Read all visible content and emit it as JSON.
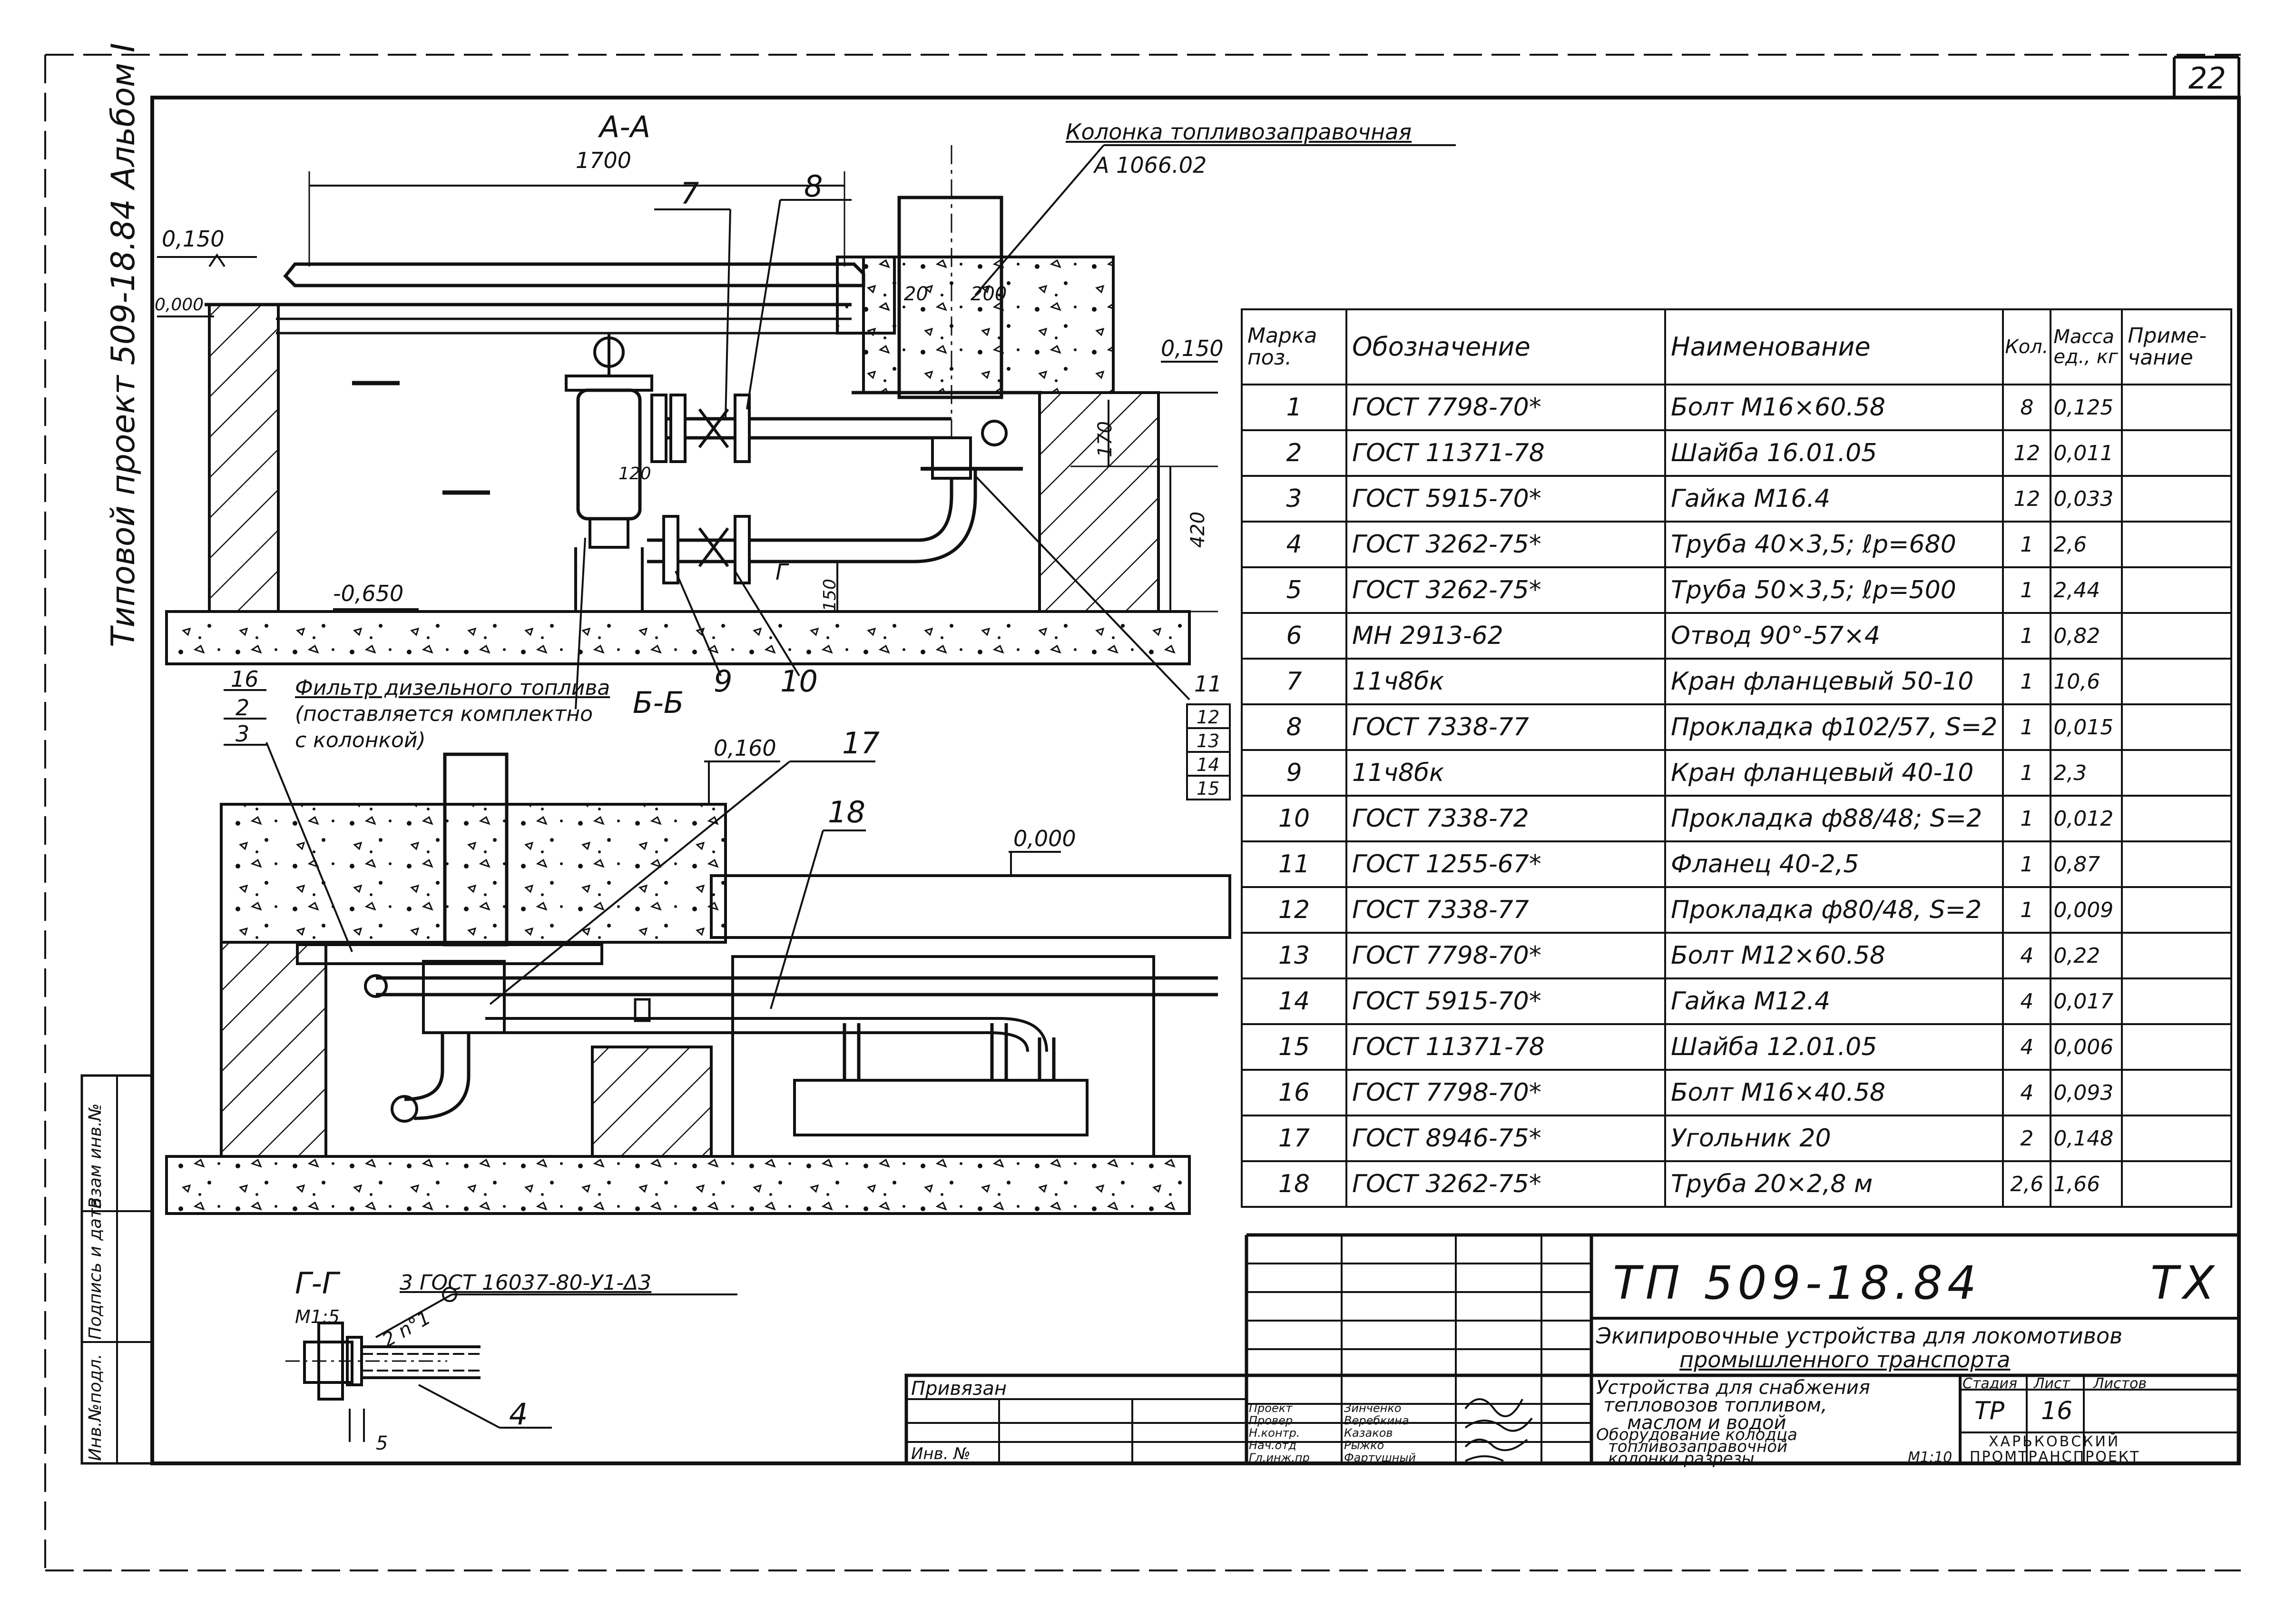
{
  "sheet": {
    "page_number": "22",
    "side_label": "Типовой проект 509-18.84 Альбом I",
    "side_stamp_labels": [
      "Инв.№подл.",
      "Подпись и дата",
      "Взам инв.№"
    ]
  },
  "section_aa": {
    "title": "А-А",
    "dim_1700": "1700",
    "column_label": "Колонка топливозаправочная",
    "column_code": "А 1066.02",
    "level_0150_left": "0,150",
    "level_0000": "0,000",
    "level_0150_right": "0,150",
    "level_0650": "-0,650",
    "dim_20": "20",
    "dim_200": "200",
    "dim_120": "120",
    "dim_170": "170",
    "dim_420": "420",
    "dim_150": "150",
    "mark_g": "Г",
    "callouts": [
      "7",
      "8",
      "9",
      "10",
      "11",
      "12",
      "13",
      "14",
      "15"
    ]
  },
  "section_bb": {
    "title": "Б-Б",
    "filter_label_1": "Фильтр дизельного топлива",
    "filter_label_2": "(поставляется комплектно",
    "filter_label_3": "с колонкой)",
    "level_0160": "0,160",
    "level_0000": "0,000",
    "callouts": [
      "16",
      "2",
      "3",
      "17",
      "18"
    ]
  },
  "section_gg": {
    "title": "Г-Г",
    "scale": "М1:5",
    "weld_note": "2 n°1",
    "gost": "3 ГОСТ 16037-80-У1-Δ3",
    "dim_5": "5",
    "callout_4": "4"
  },
  "spec_table": {
    "headers": {
      "mark": "Марка поз.",
      "designation": "Обозначение",
      "name": "Наименование",
      "qty": "Кол.",
      "mass": "Масса ед., кг",
      "note": "Приме- чание"
    },
    "rows": [
      {
        "pos": "1",
        "designation": "ГОСТ 7798-70*",
        "name": "Болт М16×60.58",
        "qty": "8",
        "mass": "0,125",
        "note": ""
      },
      {
        "pos": "2",
        "designation": "ГОСТ 11371-78",
        "name": "Шайба 16.01.05",
        "qty": "12",
        "mass": "0,011",
        "note": ""
      },
      {
        "pos": "3",
        "designation": "ГОСТ 5915-70*",
        "name": "Гайка М16.4",
        "qty": "12",
        "mass": "0,033",
        "note": ""
      },
      {
        "pos": "4",
        "designation": "ГОСТ 3262-75*",
        "name": "Труба 40×3,5; ℓр=680",
        "qty": "1",
        "mass": "2,6",
        "note": ""
      },
      {
        "pos": "5",
        "designation": "ГОСТ 3262-75*",
        "name": "Труба 50×3,5; ℓр=500",
        "qty": "1",
        "mass": "2,44",
        "note": ""
      },
      {
        "pos": "6",
        "designation": "МН 2913-62",
        "name": "Отвод 90°-57×4",
        "qty": "1",
        "mass": "0,82",
        "note": ""
      },
      {
        "pos": "7",
        "designation": "11ч8бк",
        "name": "Кран фланцевый 50-10",
        "qty": "1",
        "mass": "10,6",
        "note": ""
      },
      {
        "pos": "8",
        "designation": "ГОСТ 7338-77",
        "name": "Прокладка ф102/57, S=2",
        "qty": "1",
        "mass": "0,015",
        "note": ""
      },
      {
        "pos": "9",
        "designation": "11ч8бк",
        "name": "Кран фланцевый 40-10",
        "qty": "1",
        "mass": "2,3",
        "note": ""
      },
      {
        "pos": "10",
        "designation": "ГОСТ 7338-72",
        "name": "Прокладка ф88/48; S=2",
        "qty": "1",
        "mass": "0,012",
        "note": ""
      },
      {
        "pos": "11",
        "designation": "ГОСТ 1255-67*",
        "name": "Фланец 40-2,5",
        "qty": "1",
        "mass": "0,87",
        "note": ""
      },
      {
        "pos": "12",
        "designation": "ГОСТ 7338-77",
        "name": "Прокладка ф80/48, S=2",
        "qty": "1",
        "mass": "0,009",
        "note": ""
      },
      {
        "pos": "13",
        "designation": "ГОСТ 7798-70*",
        "name": "Болт М12×60.58",
        "qty": "4",
        "mass": "0,22",
        "note": ""
      },
      {
        "pos": "14",
        "designation": "ГОСТ 5915-70*",
        "name": "Гайка М12.4",
        "qty": "4",
        "mass": "0,017",
        "note": ""
      },
      {
        "pos": "15",
        "designation": "ГОСТ 11371-78",
        "name": "Шайба 12.01.05",
        "qty": "4",
        "mass": "0,006",
        "note": ""
      },
      {
        "pos": "16",
        "designation": "ГОСТ 7798-70*",
        "name": "Болт М16×40.58",
        "qty": "4",
        "mass": "0,093",
        "note": ""
      },
      {
        "pos": "17",
        "designation": "ГОСТ 8946-75*",
        "name": "Угольник 20",
        "qty": "2",
        "mass": "0,148",
        "note": ""
      },
      {
        "pos": "18",
        "designation": "ГОСТ 3262-75*",
        "name": "Труба 20×2,8     м",
        "qty": "2,6",
        "mass": "1,66",
        "note": ""
      }
    ]
  },
  "title_block": {
    "doc_code": "ТП   509-18.84",
    "doc_type": "ТХ",
    "project_line_1": "Экипировочные устройства для локомотивов",
    "project_line_2": "промышленного транспорта",
    "part_line_1": "Устройства для снабжения",
    "part_line_2": "тепловозов топливом,",
    "part_line_3": "маслом и водой",
    "sheet_line_1": "Оборудование колодца",
    "sheet_line_2": "топливозаправочной",
    "sheet_line_3": "колонки разрезы",
    "sheet_scale": "М1:10",
    "stage_label": "Стадия",
    "sheet_label": "Лист",
    "sheets_label": "Листов",
    "stage": "ТР",
    "sheet_no": "16",
    "org_line_1": "ХАРЬКОВСКИЙ",
    "org_line_2": "ПРОМТРАНСПРОЕКТ",
    "privyazan": "Привязан",
    "inv_no": "Инв. №",
    "roles": [
      {
        "role": "Проект",
        "name": "Зинченко"
      },
      {
        "role": "Провер",
        "name": "Веребкина"
      },
      {
        "role": "Н.контр.",
        "name": "Казаков"
      },
      {
        "role": "Нач.отд",
        "name": "Рыжко"
      },
      {
        "role": "Гл.инж.пр",
        "name": "Фартушный"
      }
    ]
  }
}
